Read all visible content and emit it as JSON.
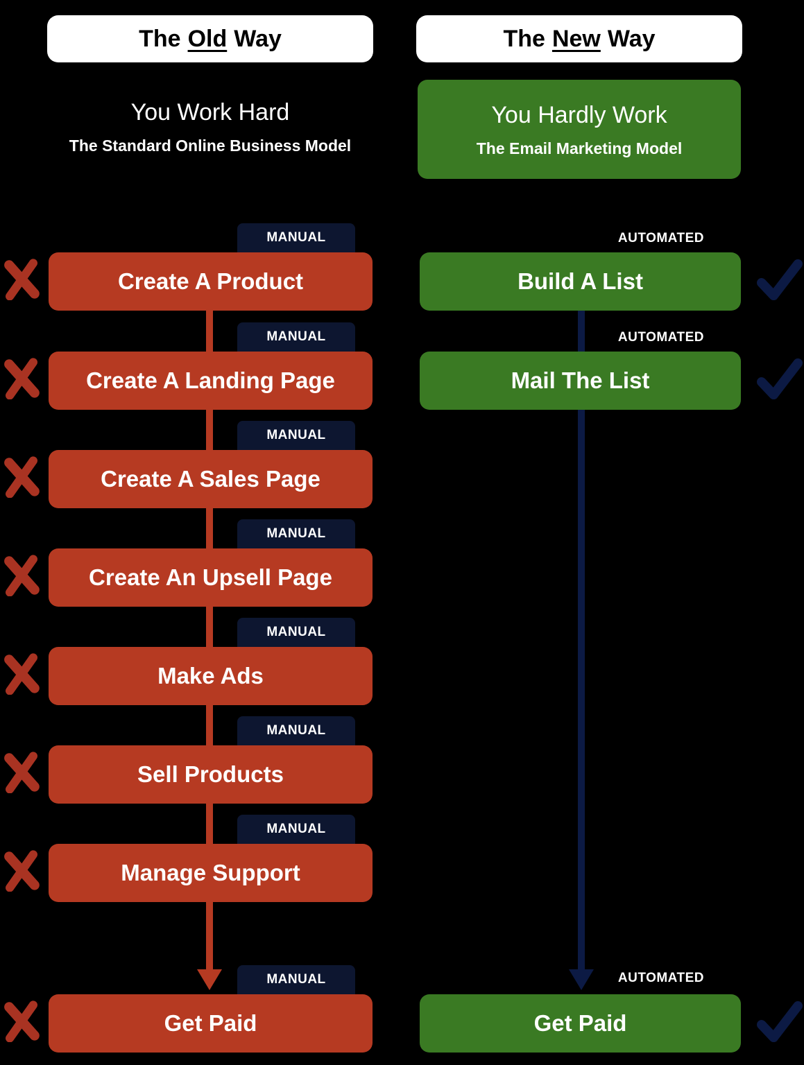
{
  "old": {
    "header": {
      "pre": "The",
      "emphasis": "Old",
      "post": "Way"
    },
    "tagline": "You Work Hard",
    "model_label": "The Standard Online Business Model",
    "badge_label": "MANUAL",
    "steps": [
      {
        "label": "Create A Product"
      },
      {
        "label": "Create A Landing Page"
      },
      {
        "label": "Create A Sales Page"
      },
      {
        "label": "Create An Upsell Page"
      },
      {
        "label": "Make Ads"
      },
      {
        "label": "Sell Products"
      },
      {
        "label": "Manage Support"
      },
      {
        "label": "Get Paid"
      }
    ]
  },
  "new": {
    "header": {
      "pre": "The",
      "emphasis": "New",
      "post": "Way"
    },
    "tagline": "You Hardly Work",
    "model_label": "The Email Marketing Model",
    "badge_label": "AUTOMATED",
    "steps": [
      {
        "label": "Build A List"
      },
      {
        "label": "Mail The List"
      },
      {
        "label": "Get Paid"
      }
    ]
  },
  "icons": {
    "x_icon": "hand-drawn-red-x",
    "check_icon": "hand-drawn-navy-check",
    "arrow_icon": "arrow-down"
  },
  "colors": {
    "background": "#000000",
    "old_step": "#b63a22",
    "x_mark": "#a93322",
    "new_step": "#3a7a23",
    "manual_badge_bg": "#0d1630",
    "automated_flow": "#0c1a44",
    "header_bg": "#ffffff",
    "text": "#ffffff"
  }
}
